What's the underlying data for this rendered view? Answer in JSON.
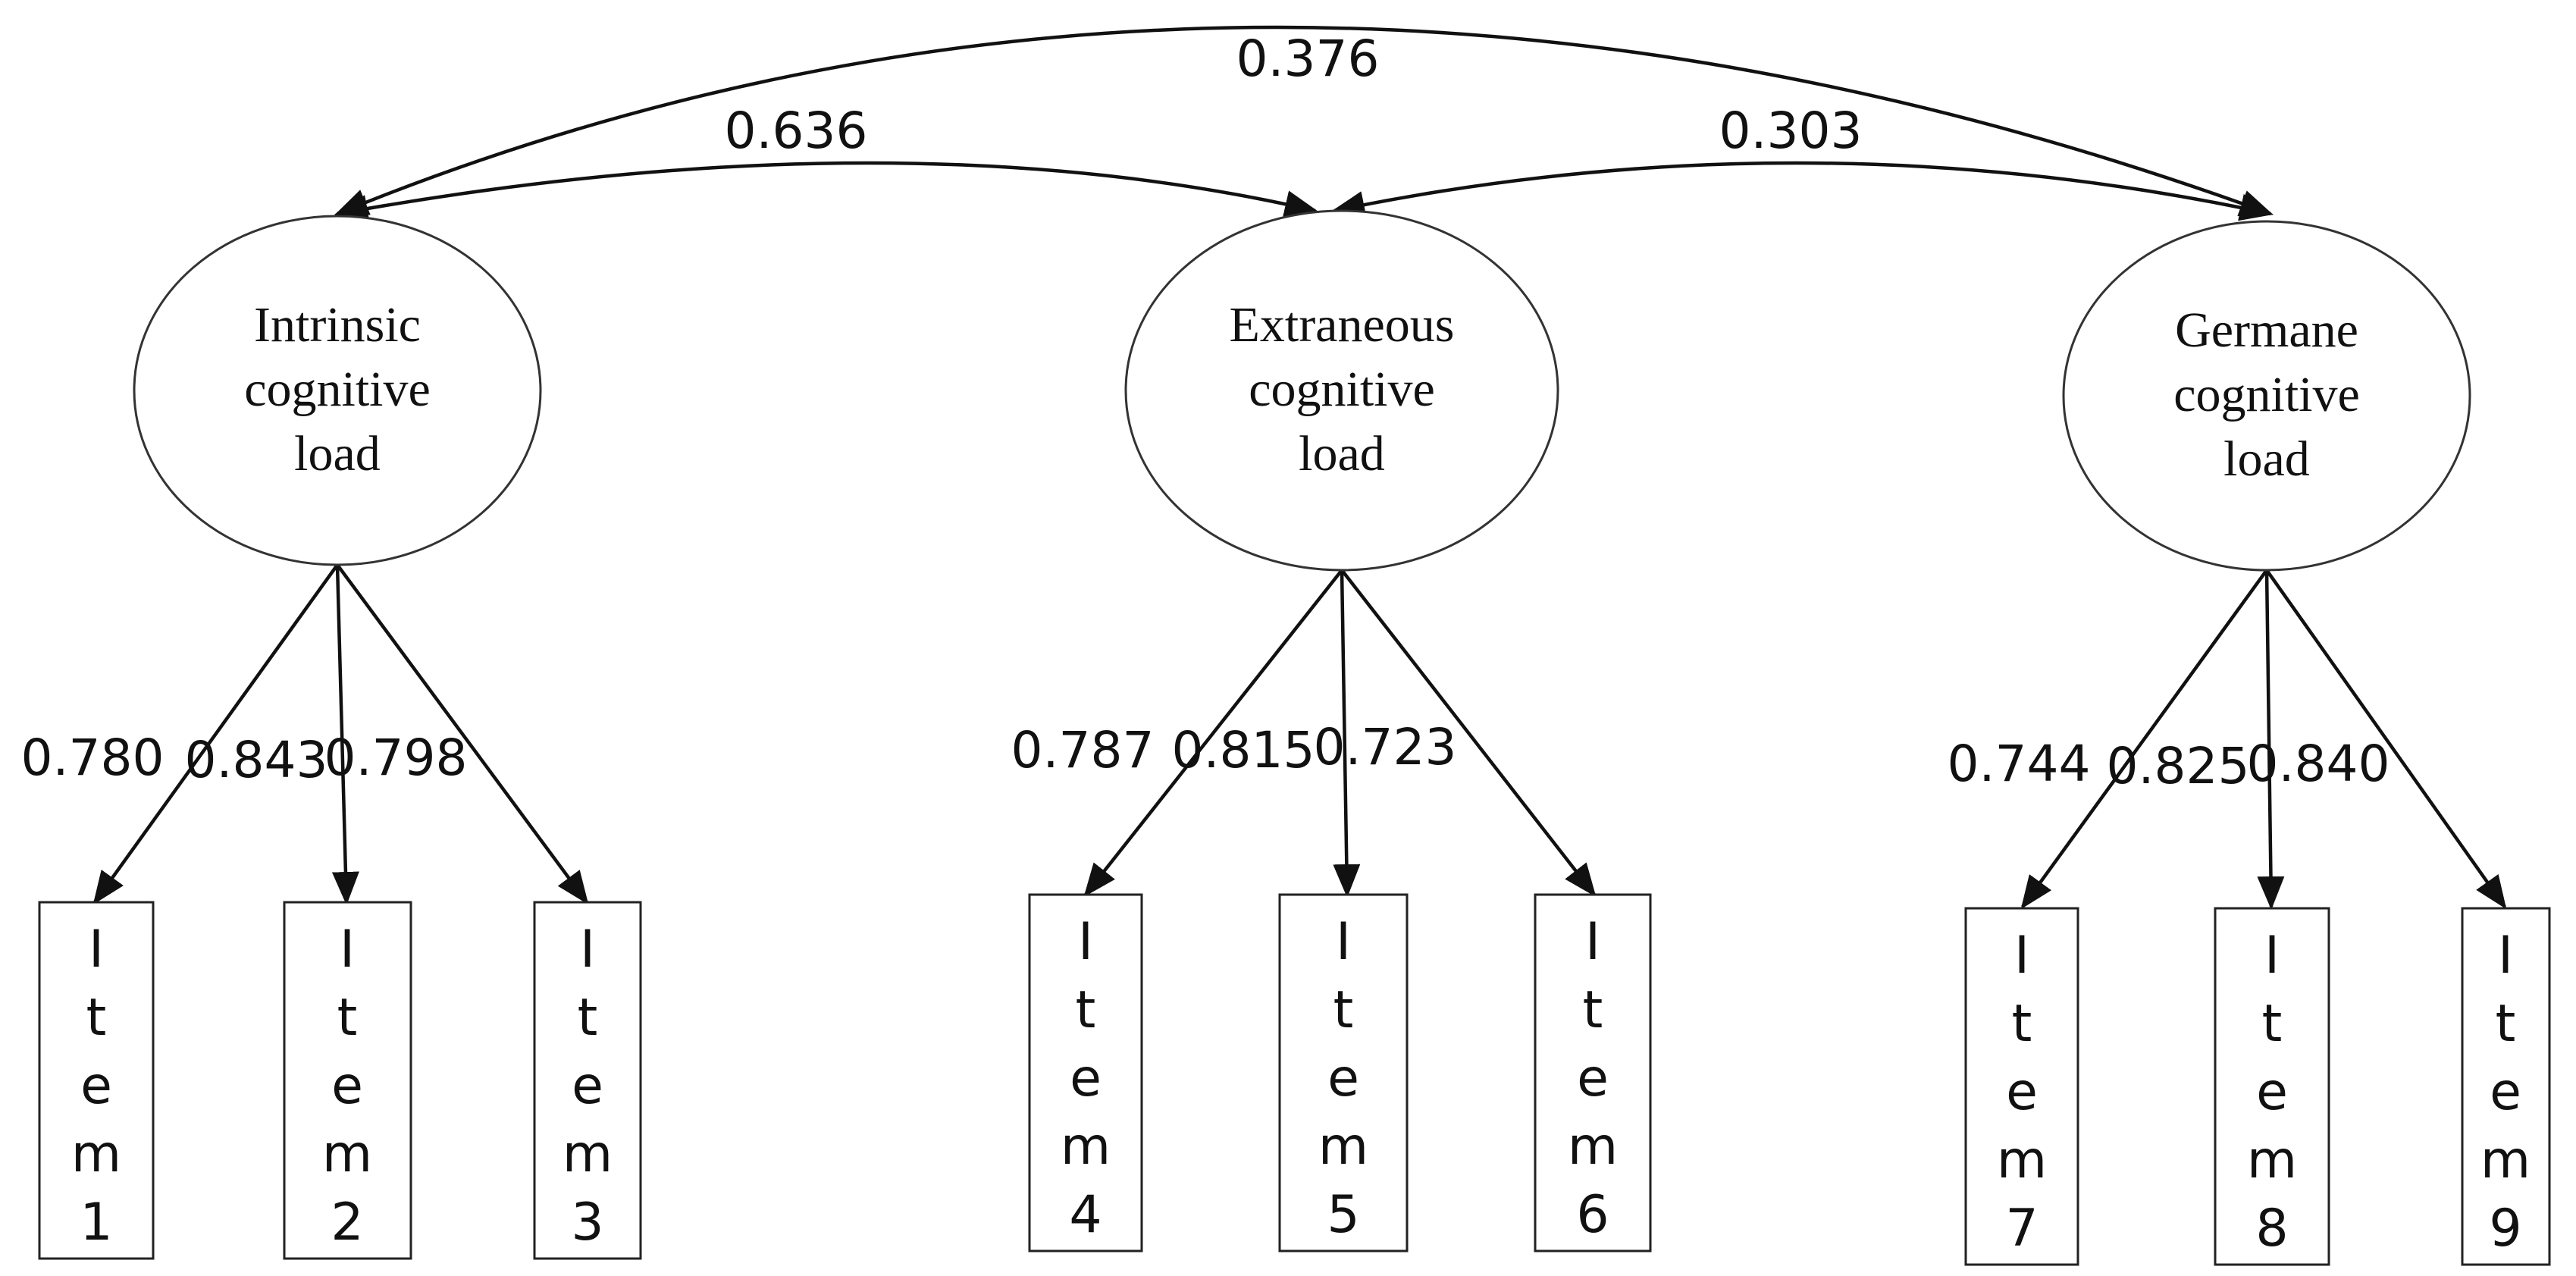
{
  "latent_factors": [
    {
      "id": "intrinsic",
      "label_lines": [
        "Intrinsic",
        "cognitive",
        "load"
      ]
    },
    {
      "id": "extraneous",
      "label_lines": [
        "Extraneous",
        "cognitive",
        "load"
      ]
    },
    {
      "id": "germane",
      "label_lines": [
        "Germane",
        "cognitive",
        "load"
      ]
    }
  ],
  "correlations": [
    {
      "from": "intrinsic",
      "to": "extraneous",
      "value": "0.636"
    },
    {
      "from": "extraneous",
      "to": "germane",
      "value": "0.303"
    },
    {
      "from": "intrinsic",
      "to": "germane",
      "value": "0.376"
    }
  ],
  "items": [
    {
      "factor": "intrinsic",
      "text_chars": [
        "I",
        "t",
        "e",
        "m",
        "1"
      ],
      "loading": "0.780"
    },
    {
      "factor": "intrinsic",
      "text_chars": [
        "I",
        "t",
        "e",
        "m",
        "2"
      ],
      "loading": "0.843"
    },
    {
      "factor": "intrinsic",
      "text_chars": [
        "I",
        "t",
        "e",
        "m",
        "3"
      ],
      "loading": "0.798"
    },
    {
      "factor": "extraneous",
      "text_chars": [
        "I",
        "t",
        "e",
        "m",
        "4"
      ],
      "loading": "0.787"
    },
    {
      "factor": "extraneous",
      "text_chars": [
        "I",
        "t",
        "e",
        "m",
        "5"
      ],
      "loading": "0.815"
    },
    {
      "factor": "extraneous",
      "text_chars": [
        "I",
        "t",
        "e",
        "m",
        "6"
      ],
      "loading": "0.723"
    },
    {
      "factor": "germane",
      "text_chars": [
        "I",
        "t",
        "e",
        "m",
        "7"
      ],
      "loading": "0.744"
    },
    {
      "factor": "germane",
      "text_chars": [
        "I",
        "t",
        "e",
        "m",
        "8"
      ],
      "loading": "0.825"
    },
    {
      "factor": "germane",
      "text_chars": [
        "I",
        "t",
        "e",
        "m",
        "9"
      ],
      "loading": "0.840"
    }
  ],
  "colors": {
    "line": "#111111",
    "outline": "#333333",
    "background": "#ffffff"
  }
}
